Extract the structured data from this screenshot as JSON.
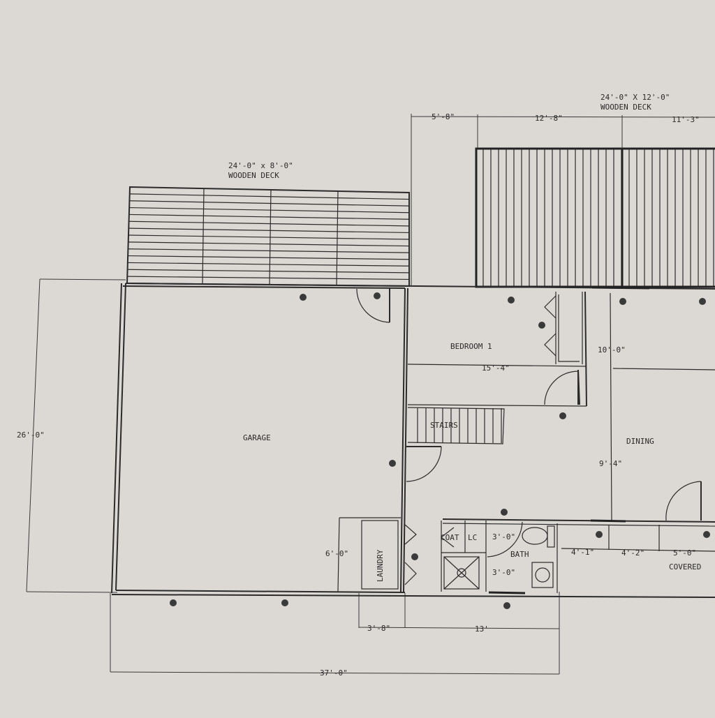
{
  "labels": {
    "deck_left_size": "24'-0\" x 8'-0\"",
    "deck_left_type": "WOODEN DECK",
    "deck_right_size": "24'-0\" X 12'-0\"",
    "deck_right_type": "WOODEN DECK",
    "garage": "GARAGE",
    "bedroom": "BEDROOM 1",
    "stairs": "STAIRS",
    "dining": "DINING",
    "laundry": "LAUNDRY",
    "coat": "COAT",
    "lc": "LC",
    "bath": "BATH",
    "covered": "COVERED"
  },
  "dimensions": {
    "top_5_8": "5'-8\"",
    "top_12_8": "12'-8\"",
    "top_11_3": "11'-3\"",
    "left_26": "26'-0\"",
    "bed_15_4": "15'-4\"",
    "right_10": "10'-0\"",
    "right_9_4": "9'-4\"",
    "laundry_6": "6'-0\"",
    "bath_3a": "3'-0\"",
    "bath_3b": "3'-0\"",
    "cov_4_1": "4'-1\"",
    "cov_4_2": "4'-2\"",
    "cov_5": "5'-0\"",
    "bottom_3_8": "3'-8\"",
    "bottom_13": "13'",
    "bottom_37": "37'-0\""
  }
}
